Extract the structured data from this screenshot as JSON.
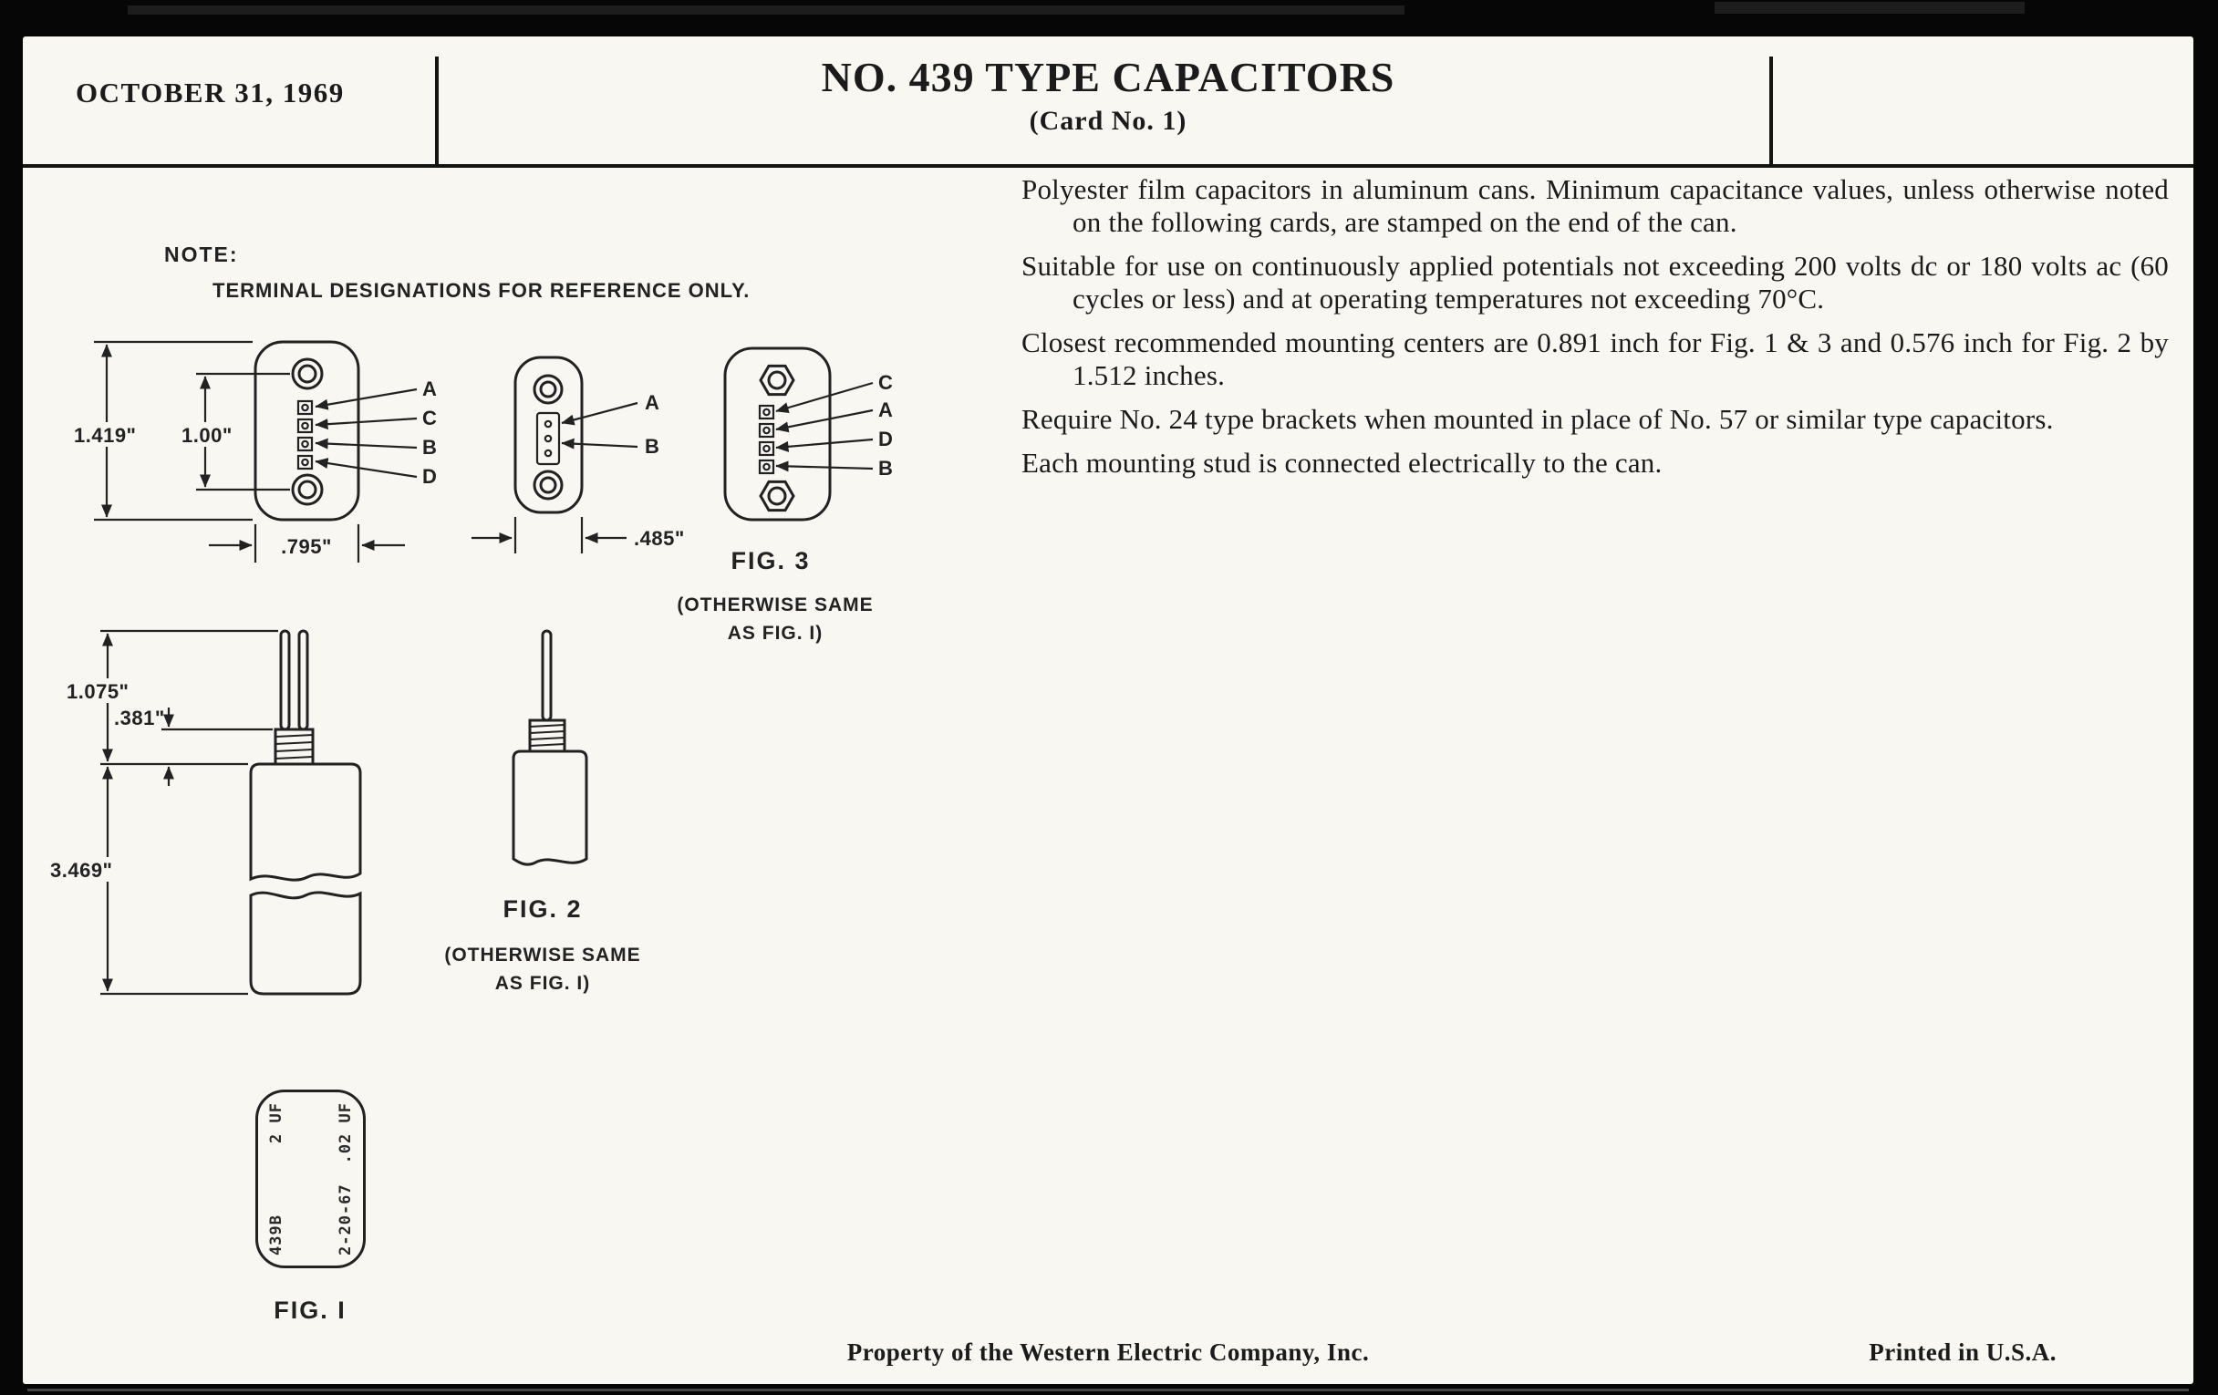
{
  "header": {
    "date": "OCTOBER 31, 1969",
    "title": "NO. 439 TYPE CAPACITORS",
    "card_no": "(Card No. 1)"
  },
  "note": {
    "label": "NOTE:",
    "text": "TERMINAL DESIGNATIONS FOR REFERENCE ONLY."
  },
  "drawings": {
    "fig1_top": {
      "dim_height_outer": "1.419\"",
      "dim_height_inner": "1.00\"",
      "dim_width": ".795\"",
      "terminals": [
        "A",
        "C",
        "B",
        "D"
      ]
    },
    "fig2_top": {
      "dim_width": ".485\"",
      "terminals": [
        "A",
        "B"
      ]
    },
    "fig3_top": {
      "caption": "FIG. 3",
      "note_line1": "(OTHERWISE SAME",
      "note_line2": "AS FIG. I)",
      "terminals": [
        "C",
        "A",
        "D",
        "B"
      ]
    },
    "fig1_side": {
      "dim_lead": "1.075\"",
      "dim_neck": ".381\"",
      "dim_body": "3.469\""
    },
    "fig2_side": {
      "caption": "FIG. 2",
      "note_line1": "(OTHERWISE SAME",
      "note_line2": "AS FIG. I)"
    },
    "fig1_label": {
      "caption": "FIG. I",
      "stamp_line1_left": "439B",
      "stamp_line1_right": "2 UF",
      "stamp_line2_left": "2-20-67",
      "stamp_line2_right": ".02 UF"
    }
  },
  "body": {
    "paragraphs": [
      "Polyester film capacitors in aluminum cans. Minimum capacitance values, unless otherwise noted on the following cards, are stamped on the end of the can.",
      "Suitable for use on continuously applied potentials not exceeding 200 volts dc or 180 volts ac (60 cycles or less) and at operating temperatures not exceeding 70°C.",
      "Closest recommended mounting centers are 0.891 inch for Fig. 1 & 3 and 0.576 inch for Fig. 2 by 1.512 inches.",
      "Require No. 24 type brackets when mounted in place of No. 57 or similar type capacitors.",
      "Each mounting stud is connected electrically to the can."
    ]
  },
  "footer": {
    "property": "Property of the Western Electric Company, Inc.",
    "printed": "Printed in U.S.A."
  }
}
